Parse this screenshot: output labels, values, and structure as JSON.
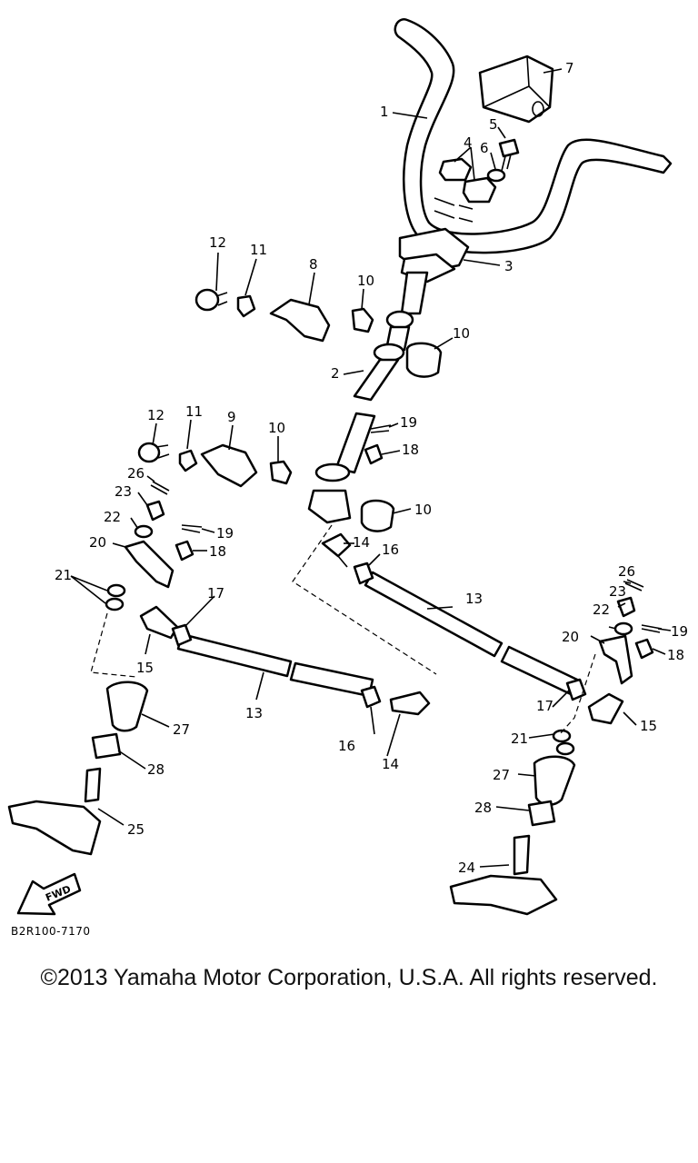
{
  "diagram": {
    "drawing_code": "B2R100-7170",
    "fwd_label": "FWD",
    "copyright": "©2013 Yamaha Motor Corporation, U.S.A. All rights reserved.",
    "callouts": {
      "c1": "1",
      "c2": "2",
      "c3": "3",
      "c4": "4",
      "c5": "5",
      "c6": "6",
      "c7": "7",
      "c8": "8",
      "c9": "9",
      "c10a": "10",
      "c10b": "10",
      "c10c": "10",
      "c10d": "10",
      "c11a": "11",
      "c11b": "11",
      "c12a": "12",
      "c12b": "12",
      "c13a": "13",
      "c13b": "13",
      "c14a": "14",
      "c14b": "14",
      "c15a": "15",
      "c15b": "15",
      "c16a": "16",
      "c16b": "16",
      "c17a": "17",
      "c17b": "17",
      "c18a": "18",
      "c18b": "18",
      "c18c": "18",
      "c19a": "19",
      "c19b": "19",
      "c19c": "19",
      "c20a": "20",
      "c20b": "20",
      "c21a": "21",
      "c21b": "21",
      "c22a": "22",
      "c22b": "22",
      "c23a": "23",
      "c23b": "23",
      "c24": "24",
      "c25": "25",
      "c26a": "26",
      "c26b": "26",
      "c27a": "27",
      "c27b": "27",
      "c28a": "28",
      "c28b": "28"
    }
  }
}
